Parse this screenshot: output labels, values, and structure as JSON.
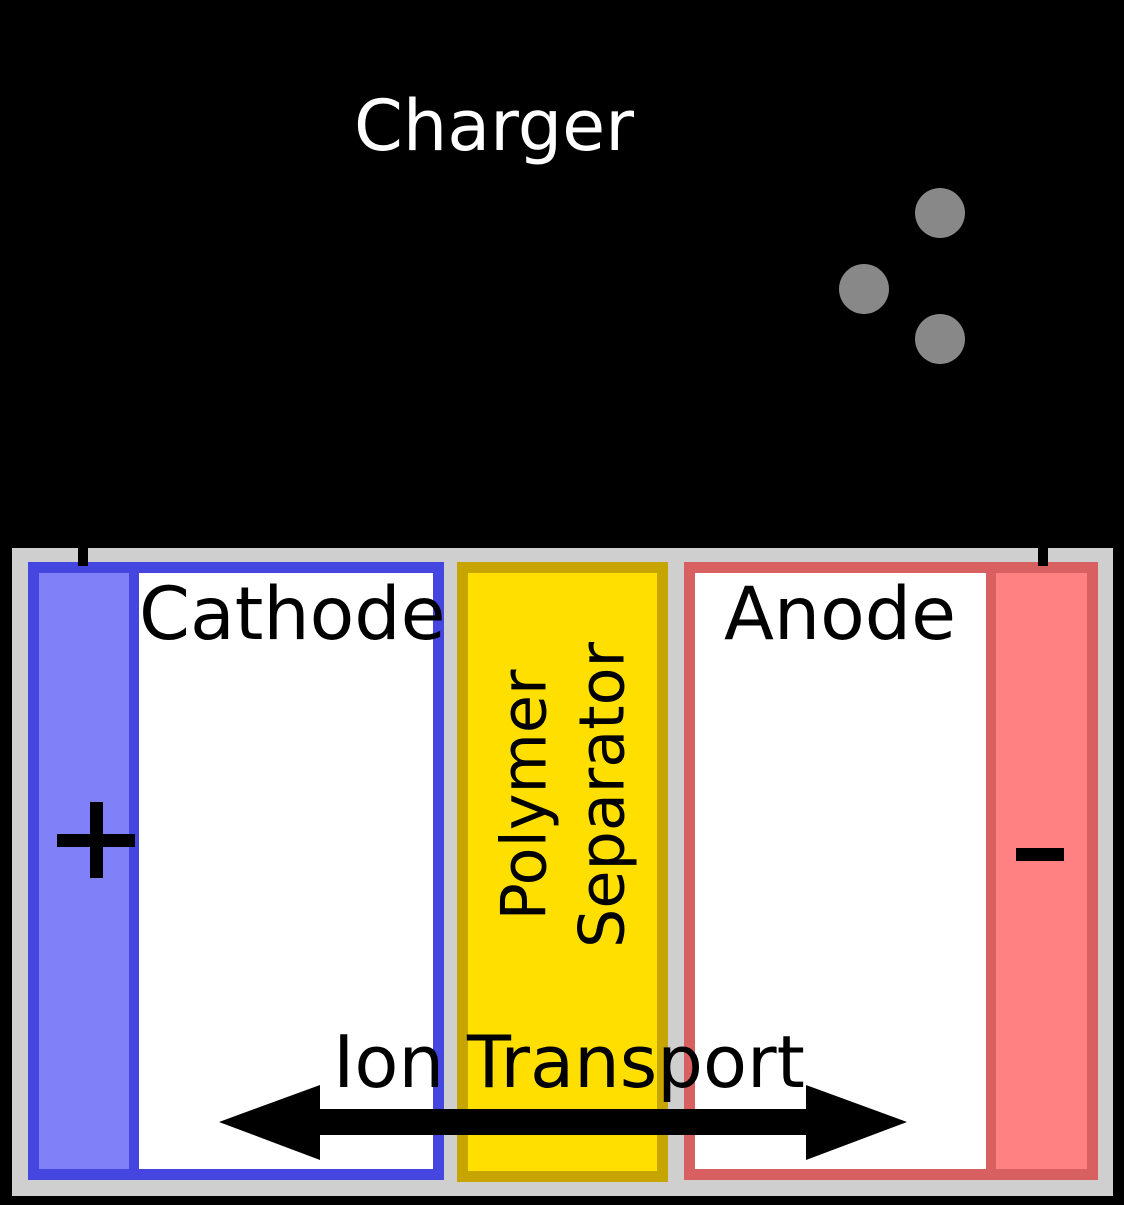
{
  "diagram": {
    "charger_label": "Charger",
    "cathode_label": "Cathode",
    "anode_label": "Anode",
    "separator_label_line1": "Polymer",
    "separator_label_line2": "Separator",
    "ion_transport_label": "Ion Transport",
    "positive_terminal_symbol": "+",
    "negative_terminal_symbol": "−",
    "electron_dot_count": 3
  },
  "icons": {
    "electron": "electron-dot-icon",
    "positive_terminal": "plus-icon",
    "negative_terminal": "minus-icon",
    "ion_transport": "double-headed-arrow-icon"
  },
  "colors": {
    "background": "#000000",
    "case_gray": "#cfcfcf",
    "cathode_border": "#4545e0",
    "cathode_fill": "#8080f8",
    "separator_border": "#c7a500",
    "separator_fill": "#ffdf00",
    "anode_border": "#d96060",
    "anode_fill": "#ff8181",
    "electron_gray": "#888888",
    "text_dark": "#000000",
    "text_light": "#ffffff"
  }
}
